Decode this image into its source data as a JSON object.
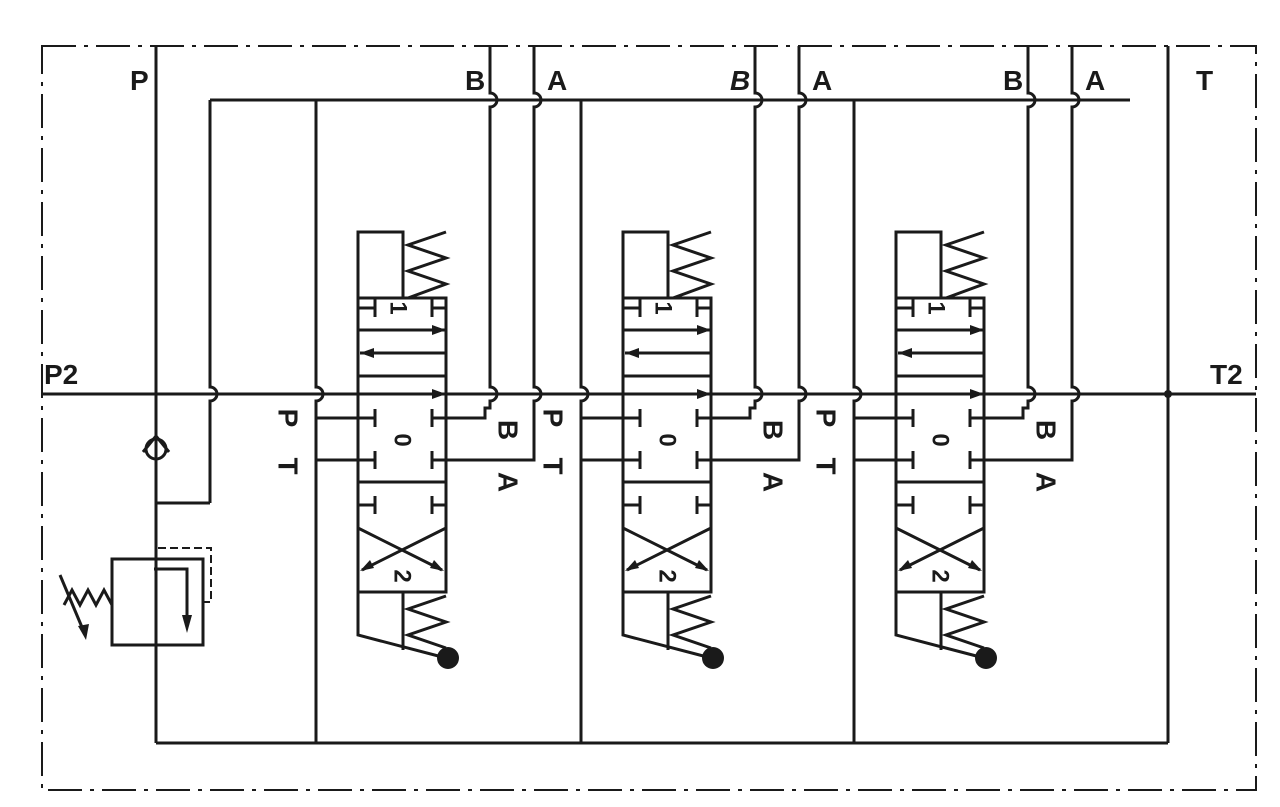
{
  "ports": {
    "pressure": "P",
    "tank": "T",
    "pressure_2": "P2",
    "tank_2": "T2"
  },
  "sections": [
    {
      "name": "section-1",
      "top_b": "B",
      "top_a": "A",
      "pos_1": "1",
      "pos_0": "0",
      "pos_2": "2",
      "left_p": "P",
      "left_t": "T",
      "right_b": "B",
      "right_a": "A"
    },
    {
      "name": "section-2",
      "top_b": "B",
      "top_a": "A",
      "pos_1": "1",
      "pos_0": "0",
      "pos_2": "2",
      "left_p": "P",
      "left_t": "T",
      "right_b": "B",
      "right_a": "A",
      "top_b_italic": true
    },
    {
      "name": "section-3",
      "top_b": "B",
      "top_a": "A",
      "pos_1": "1",
      "pos_0": "0",
      "pos_2": "2",
      "left_p": "P",
      "left_t": "T",
      "right_b": "B",
      "right_a": "A"
    }
  ],
  "colors": {
    "line": "#1a1a1a",
    "background": "#ffffff"
  }
}
